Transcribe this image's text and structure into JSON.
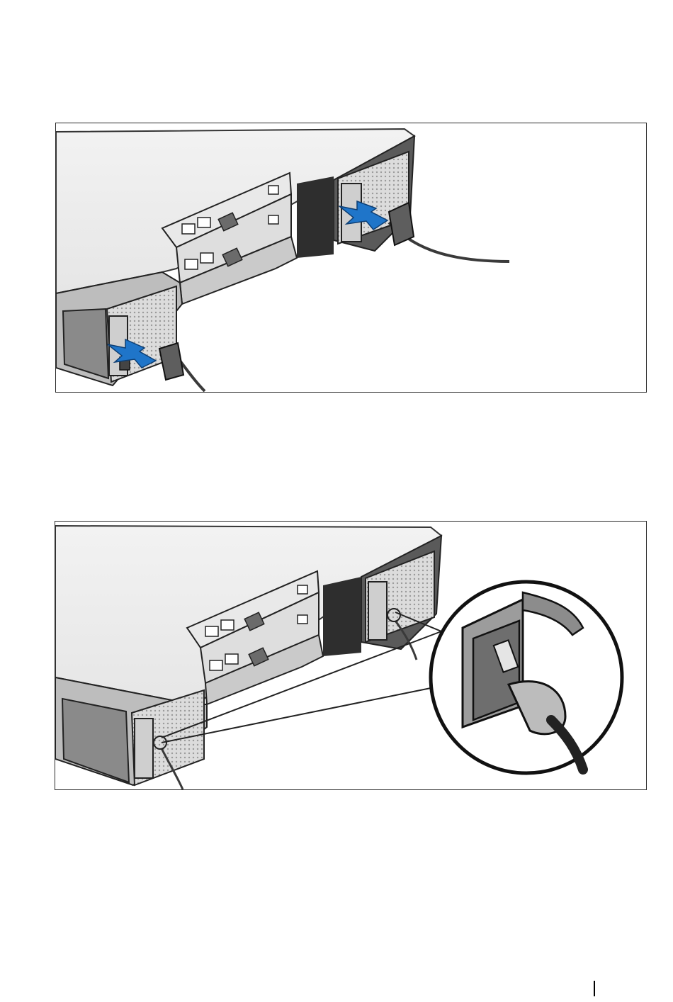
{
  "page": {
    "figures": [
      {
        "id": "figure-1",
        "icon": "power-cable-connect-arrows-illustration",
        "accent": "#1f75c9"
      },
      {
        "id": "figure-2",
        "icon": "power-cable-secured-illustration-with-callout"
      }
    ]
  }
}
